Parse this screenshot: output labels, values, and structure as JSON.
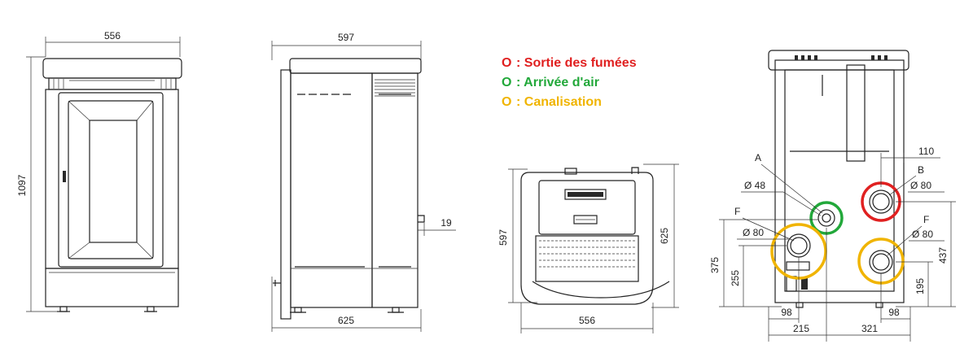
{
  "colors": {
    "red": "#e02020",
    "green": "#22a83a",
    "yellow": "#f0b400"
  },
  "legend": {
    "symbol": "O",
    "items": [
      {
        "text": ": Sortie des fumées",
        "color": "#e02020"
      },
      {
        "text": ": Arrivée d'air",
        "color": "#22a83a"
      },
      {
        "text": ": Canalisation",
        "color": "#f0b400"
      }
    ]
  },
  "front_view": {
    "width": "556",
    "height": "1097"
  },
  "side_view": {
    "top": "597",
    "bottom": "625",
    "offset": "19"
  },
  "top_view": {
    "depth": "597",
    "height": "625",
    "width": "556"
  },
  "rear_view": {
    "A": "A",
    "B": "B",
    "F_left": "F",
    "F_right": "F",
    "d48": "Ø 48",
    "d80_b": "Ø 80",
    "d80_f_left": "Ø 80",
    "d80_f_right": "Ø 80",
    "d110": "110",
    "d375": "375",
    "d255": "255",
    "d437": "437",
    "d195": "195",
    "d98_left": "98",
    "d98_right": "98",
    "d215": "215",
    "d321": "321"
  }
}
